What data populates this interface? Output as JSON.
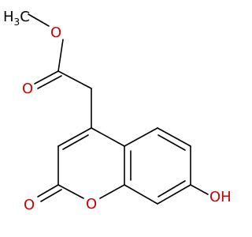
{
  "molecule": {
    "atoms": {
      "methyl_h3c": {
        "main": "H",
        "sub": "3",
        "tail": "C"
      },
      "ester_o": "O",
      "carbonyl_o": "O",
      "lactone_carbonyl_o": "O",
      "ring_o": "O",
      "hydroxyl": "OH"
    }
  },
  "colors": {
    "bond": "#000000",
    "carbon_label": "#000000",
    "oxygen_label": "#cc0000",
    "background": "#ffffff"
  }
}
